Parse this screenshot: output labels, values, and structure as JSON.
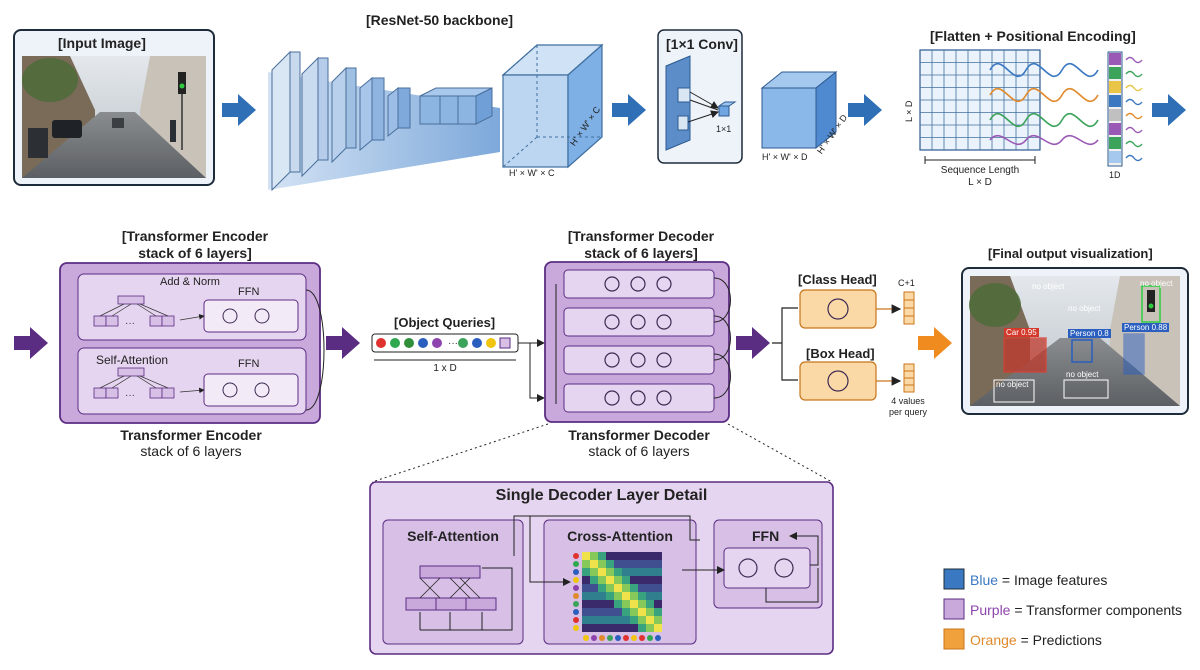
{
  "colors": {
    "blue": "#3a78c2",
    "purple": "#7b4a9e",
    "purple_fill": "#c9a8dc",
    "purple_light": "#e6d5f0",
    "orange": "#f0a13c",
    "orange_fill": "#fbd9a6"
  },
  "top_row": {
    "input_image": "[Input Image]",
    "backbone": "[ResNet-50 backbone]",
    "backbone_out_front": "H' × W' × C",
    "backbone_out_side": "H' × W' × C",
    "conv": "[1×1 Conv]",
    "conv_kernel": "1×1",
    "conv_out_front": "H' × W' × D",
    "conv_out_side": "H' × W' × D",
    "flatten": "[Flatten + Positional Encoding]",
    "flatten_side": "L × D",
    "seq_length": "Sequence Length",
    "seq_dims": "L × D",
    "pos_1d": "1D"
  },
  "encoder": {
    "title_top_1": "[Transformer Encoder",
    "title_top_2": "stack of 6 layers]",
    "add_norm": "Add & Norm",
    "ffn_1": "FFN",
    "self_attention": "Self-Attention",
    "ffn_2": "FFN",
    "title_bottom_1": "Transformer Encoder",
    "title_bottom_2": "stack of 6 layers"
  },
  "queries": {
    "title": "[Object Queries]",
    "dims": "1 x D"
  },
  "decoder": {
    "title_top_1": "[Transformer Decoder",
    "title_top_2": "stack of 6 layers]",
    "title_bottom_1": "Transformer Decoder",
    "title_bottom_2": "stack of 6 layers"
  },
  "heads": {
    "class_head": "[Class Head]",
    "class_out": "C+1",
    "box_head": "[Box Head]",
    "box_out_1": "4 values",
    "box_out_2": "per query"
  },
  "final": {
    "title": "[Final output visualization]",
    "det_car": "Car 0.95",
    "det_person_1": "Person 0.8",
    "det_person_2": "Person 0.88",
    "no_object_1": "no object",
    "no_object_2": "no object",
    "no_object_3": "no object",
    "no_object_4": "no object",
    "no_object_5": "no object"
  },
  "detail": {
    "title": "Single Decoder Layer Detail",
    "self_attention": "Self-Attention",
    "cross_attention": "Cross-Attention",
    "ffn": "FFN"
  },
  "legend": {
    "blue_word": "Blue",
    "blue_text": " = Image features",
    "purple_word": "Purple",
    "purple_text": " = Transformer components",
    "orange_word": "Orange",
    "orange_text": " = Predictions"
  }
}
